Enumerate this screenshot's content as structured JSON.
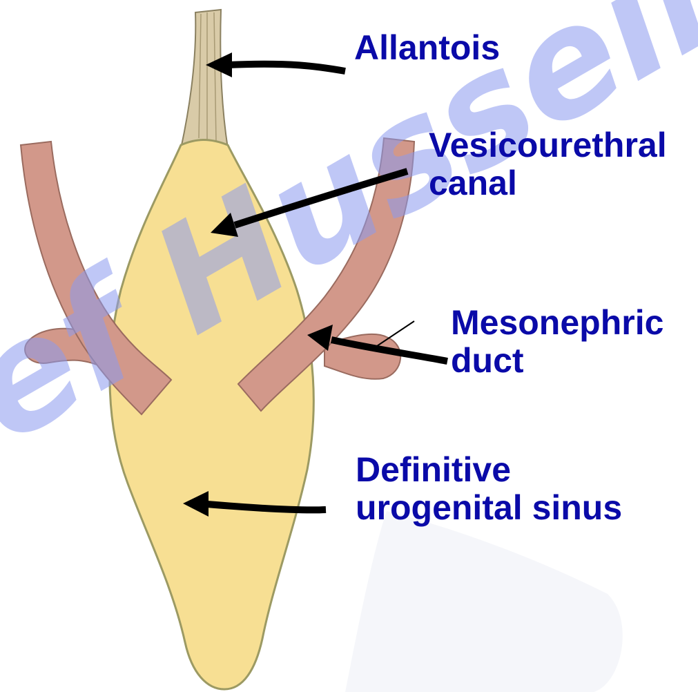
{
  "colors": {
    "label_text": "#0a0aa8",
    "arrow": "#000000",
    "sinus_fill": "#f7df93",
    "sinus_outline": "#9c9a63",
    "duct_fill": "#d2988a",
    "duct_outline": "#9a6b5f",
    "allantois_fill": "#d9cba8",
    "watermark": "#8c9bef"
  },
  "labels": {
    "allantois": "Allantois",
    "vesicourethral_line1": "Vesicourethral",
    "vesicourethral_line2": "canal",
    "mesonephric_line1": "Mesonephric",
    "mesonephric_line2": "duct",
    "definitive_line1": "Definitive",
    "definitive_line2": "urogenital sinus"
  },
  "watermark": {
    "text": "ef Hussein"
  }
}
